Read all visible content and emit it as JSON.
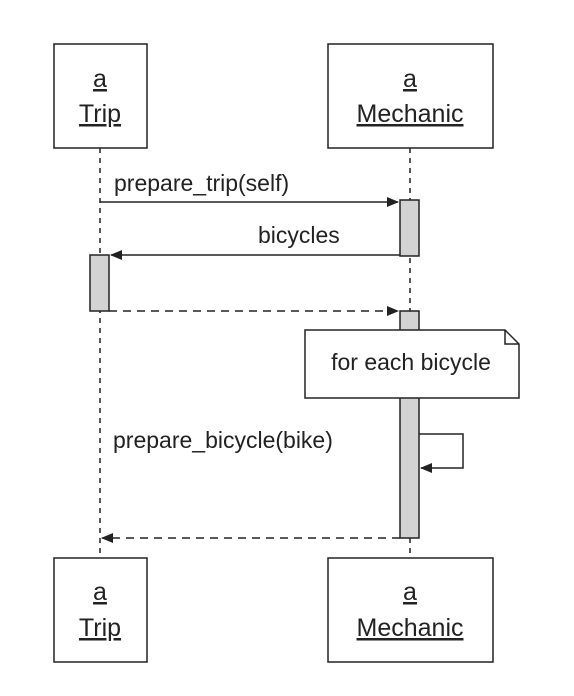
{
  "participants": [
    {
      "id": "trip",
      "article": "a",
      "name": "Trip"
    },
    {
      "id": "mechanic",
      "article": "a",
      "name": "Mechanic"
    }
  ],
  "messages": {
    "prepare_trip": "prepare_trip(self)",
    "bicycles": "bicycles",
    "prepare_bicycle": "prepare_bicycle(bike)"
  },
  "note": "for each bicycle",
  "colors": {
    "line": "#222222",
    "activation_fill": "#d3d3d3",
    "background": "#ffffff"
  }
}
